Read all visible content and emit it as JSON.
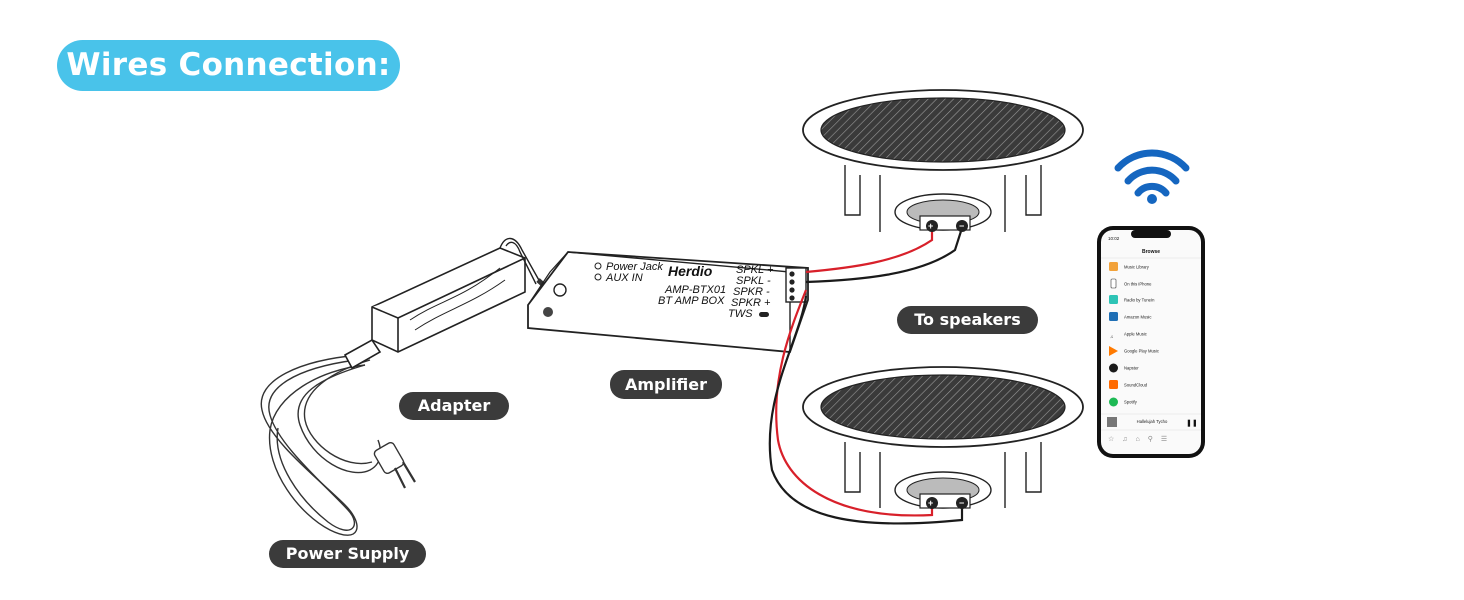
{
  "title": "Wires Connection:",
  "labels": {
    "adapter": "Adapter",
    "amplifier": "Amplifier",
    "power_supply": "Power Supply",
    "to_speakers": "To speakers"
  },
  "amp_box": {
    "brand": "Herdio",
    "model": "AMP-BTX01",
    "subtitle": "BT AMP BOX",
    "power_jack": "Power Jack",
    "aux_in": "AUX IN",
    "terminals": [
      "SPKL +",
      "SPKL -",
      "SPKR -",
      "SPKR +",
      "TWS"
    ]
  },
  "phone": {
    "status_time": "10:02",
    "header": "Browse",
    "rows": [
      {
        "label": "Music Library",
        "icon": "library-icon",
        "color": "#f2a23a"
      },
      {
        "label": "On this iPhone",
        "icon": "iphone-icon",
        "color": "#ffffff"
      },
      {
        "label": "Radio by TuneIn",
        "icon": "tunein-icon",
        "color": "#2ec4b6"
      },
      {
        "label": "Amazon Music",
        "icon": "amazon-icon",
        "color": "#1f6fb5"
      },
      {
        "label": "Apple Music",
        "icon": "apple-music-icon",
        "color": "#ffffff"
      },
      {
        "label": "Google Play Music",
        "icon": "play-music-icon",
        "color": "#ffffff"
      },
      {
        "label": "Napster",
        "icon": "napster-icon",
        "color": "#1a1a1a"
      },
      {
        "label": "SoundCloud",
        "icon": "soundcloud-icon",
        "color": "#ff6a00"
      },
      {
        "label": "Spotify",
        "icon": "spotify-icon",
        "color": "#1db954"
      }
    ],
    "now_playing": "Hallelujah Tycho"
  },
  "colors": {
    "title_bg": "#49c3ea",
    "tag_bg": "#3b3b3b",
    "wifi": "#1566c0",
    "wire_red": "#d8202a",
    "wire_black": "#1a1a1a"
  }
}
